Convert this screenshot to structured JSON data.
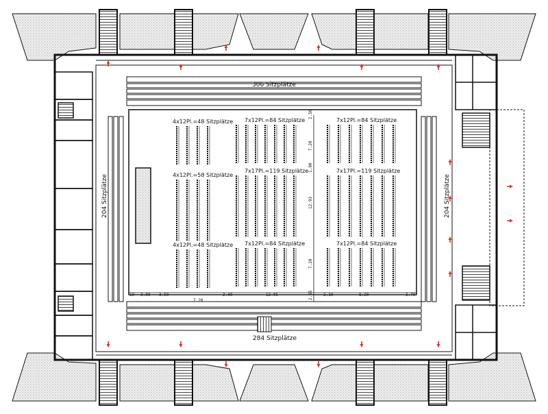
{
  "hall": {
    "north_seating": "306 Sitzplätze",
    "south_seating": "284 Sitzplätze",
    "west_seating": "204 Sitzplätze",
    "east_seating": "204 Sitzplätze"
  },
  "blocks": {
    "w1": "4x12Pl.=48 Sitzplätze",
    "c1": "7x12Pl.=84 Sitzplätze",
    "e1": "7x12Pl.=84 Sitzplätze",
    "w2": "4x12Pl.=58 Sitzplätze",
    "c2": "7x17Pl.=119 Sitzplätze",
    "e2": "7x17Pl.=119 Sitzplätze",
    "w3": "4x12Pl.=48 Sitzplätze",
    "c3": "7x12Pl.=84 Sitzplätze",
    "e3": "7x12Pl.=84 Sitzplätze"
  },
  "dimensions": {
    "d_10": "10",
    "d_300": "3.00",
    "d_350": "3.50",
    "d_720a": "7.20",
    "d_240": "2.40",
    "d_1295": "12.95",
    "d_210": "2.10",
    "d_820": "8.20",
    "d_270": "2.70",
    "v_256": "2.56",
    "v_720a": "7.20",
    "v_190": "1.90",
    "v_1293": "12.93",
    "v_720b": "7.20",
    "v_255": "2.55"
  },
  "colors": {
    "line": "#111111",
    "arrow": "#e03020",
    "stipple": "#c8c8c8"
  }
}
